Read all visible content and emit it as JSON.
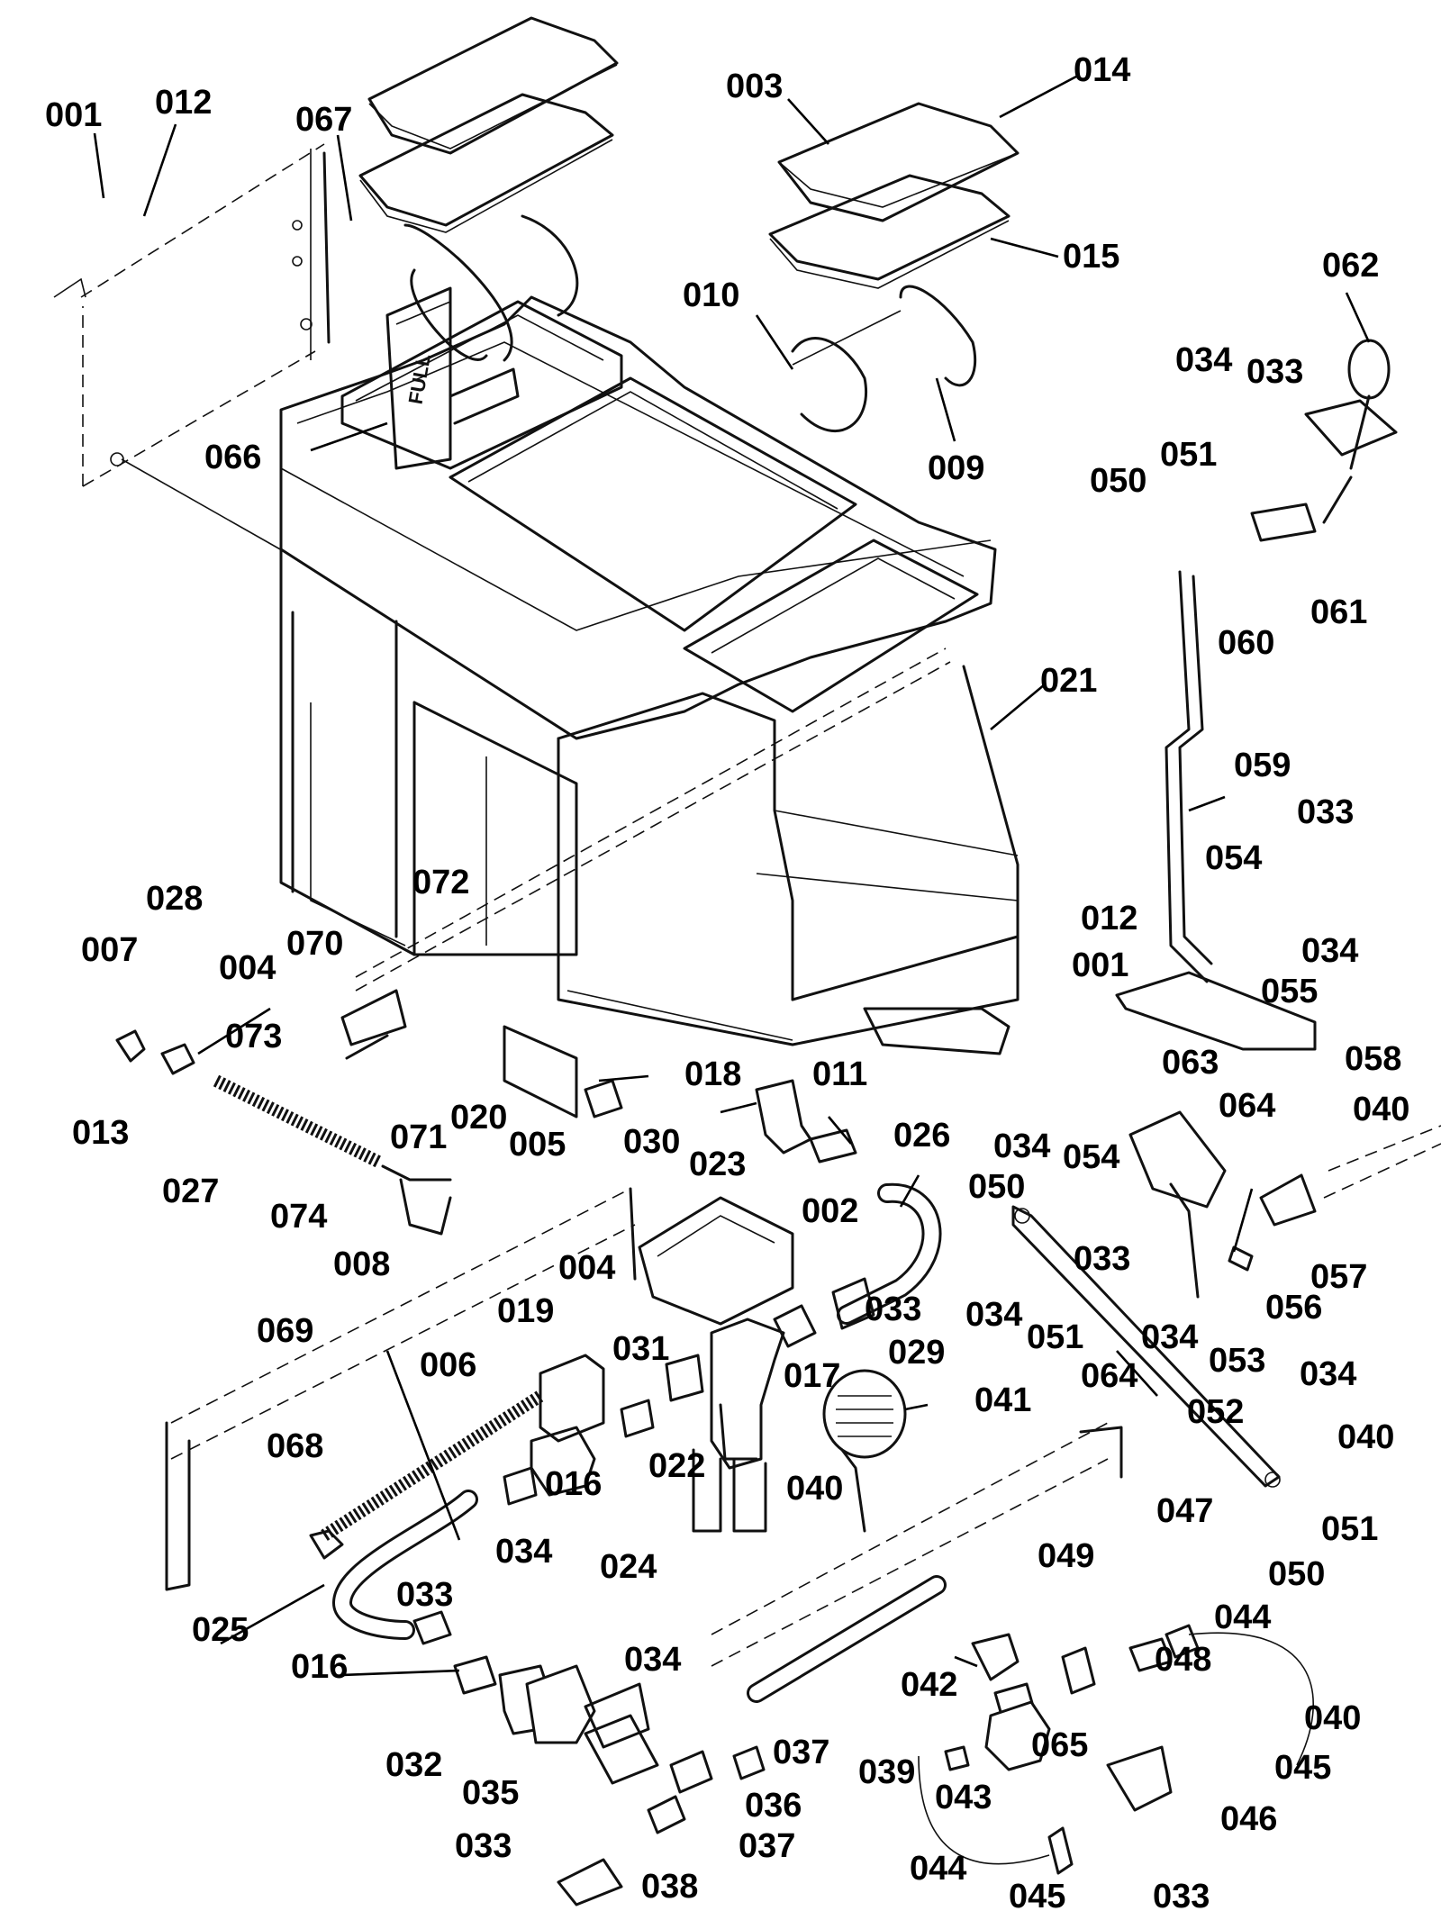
{
  "diagram": {
    "type": "exploded-parts-view",
    "tank_label": "FULL",
    "callouts": [
      {
        "id": "c001a",
        "text": "001"
      },
      {
        "id": "c012a",
        "text": "012"
      },
      {
        "id": "c067",
        "text": "067"
      },
      {
        "id": "c003",
        "text": "003"
      },
      {
        "id": "c014",
        "text": "014"
      },
      {
        "id": "c015",
        "text": "015"
      },
      {
        "id": "c062",
        "text": "062"
      },
      {
        "id": "c010",
        "text": "010"
      },
      {
        "id": "c034a",
        "text": "034"
      },
      {
        "id": "c033a",
        "text": "033"
      },
      {
        "id": "c066",
        "text": "066"
      },
      {
        "id": "c009",
        "text": "009"
      },
      {
        "id": "c051a",
        "text": "051"
      },
      {
        "id": "c050a",
        "text": "050"
      },
      {
        "id": "c061",
        "text": "061"
      },
      {
        "id": "c060",
        "text": "060"
      },
      {
        "id": "c021",
        "text": "021"
      },
      {
        "id": "c059",
        "text": "059"
      },
      {
        "id": "c033b",
        "text": "033"
      },
      {
        "id": "c054a",
        "text": "054"
      },
      {
        "id": "c028",
        "text": "028"
      },
      {
        "id": "c072",
        "text": "072"
      },
      {
        "id": "c007",
        "text": "007"
      },
      {
        "id": "c070",
        "text": "070"
      },
      {
        "id": "c034b",
        "text": "034"
      },
      {
        "id": "c012b",
        "text": "012"
      },
      {
        "id": "c004a",
        "text": "004"
      },
      {
        "id": "c001b",
        "text": "001"
      },
      {
        "id": "c055",
        "text": "055"
      },
      {
        "id": "c073",
        "text": "073"
      },
      {
        "id": "c018",
        "text": "018"
      },
      {
        "id": "c063",
        "text": "063"
      },
      {
        "id": "c058",
        "text": "058"
      },
      {
        "id": "c011",
        "text": "011"
      },
      {
        "id": "c013",
        "text": "013"
      },
      {
        "id": "c071",
        "text": "071"
      },
      {
        "id": "c020",
        "text": "020"
      },
      {
        "id": "c005",
        "text": "005"
      },
      {
        "id": "c030",
        "text": "030"
      },
      {
        "id": "c064a",
        "text": "064"
      },
      {
        "id": "c040a",
        "text": "040"
      },
      {
        "id": "c026",
        "text": "026"
      },
      {
        "id": "c034c",
        "text": "034"
      },
      {
        "id": "c054b",
        "text": "054"
      },
      {
        "id": "c023",
        "text": "023"
      },
      {
        "id": "c027",
        "text": "027"
      },
      {
        "id": "c050b",
        "text": "050"
      },
      {
        "id": "c074",
        "text": "074"
      },
      {
        "id": "c002",
        "text": "002"
      },
      {
        "id": "c033c",
        "text": "033"
      },
      {
        "id": "c008",
        "text": "008"
      },
      {
        "id": "c004b",
        "text": "004"
      },
      {
        "id": "c057",
        "text": "057"
      },
      {
        "id": "c033d",
        "text": "033"
      },
      {
        "id": "c034d",
        "text": "034"
      },
      {
        "id": "c056",
        "text": "056"
      },
      {
        "id": "c019",
        "text": "019"
      },
      {
        "id": "c051b",
        "text": "051"
      },
      {
        "id": "c069",
        "text": "069"
      },
      {
        "id": "c029",
        "text": "029"
      },
      {
        "id": "c034e",
        "text": "034"
      },
      {
        "id": "c053",
        "text": "053"
      },
      {
        "id": "c031",
        "text": "031"
      },
      {
        "id": "c006",
        "text": "006"
      },
      {
        "id": "c017",
        "text": "017"
      },
      {
        "id": "c064b",
        "text": "064"
      },
      {
        "id": "c034f",
        "text": "034"
      },
      {
        "id": "c041",
        "text": "041"
      },
      {
        "id": "c052",
        "text": "052"
      },
      {
        "id": "c040b",
        "text": "040"
      },
      {
        "id": "c022",
        "text": "022"
      },
      {
        "id": "c068",
        "text": "068"
      },
      {
        "id": "c040c",
        "text": "040"
      },
      {
        "id": "c016a",
        "text": "016"
      },
      {
        "id": "c047",
        "text": "047"
      },
      {
        "id": "c051c",
        "text": "051"
      },
      {
        "id": "c024",
        "text": "024"
      },
      {
        "id": "c050c",
        "text": "050"
      },
      {
        "id": "c034g",
        "text": "034"
      },
      {
        "id": "c049",
        "text": "049"
      },
      {
        "id": "c025",
        "text": "025"
      },
      {
        "id": "c033e",
        "text": "033"
      },
      {
        "id": "c044a",
        "text": "044"
      },
      {
        "id": "c048",
        "text": "048"
      },
      {
        "id": "c016b",
        "text": "016"
      },
      {
        "id": "c034h",
        "text": "034"
      },
      {
        "id": "c042",
        "text": "042"
      },
      {
        "id": "c040d",
        "text": "040"
      },
      {
        "id": "c032",
        "text": "032"
      },
      {
        "id": "c065",
        "text": "065"
      },
      {
        "id": "c037a",
        "text": "037"
      },
      {
        "id": "c039",
        "text": "039"
      },
      {
        "id": "c035",
        "text": "035"
      },
      {
        "id": "c043",
        "text": "043"
      },
      {
        "id": "c045a",
        "text": "045"
      },
      {
        "id": "c036",
        "text": "036"
      },
      {
        "id": "c046",
        "text": "046"
      },
      {
        "id": "c033f",
        "text": "033"
      },
      {
        "id": "c037b",
        "text": "037"
      },
      {
        "id": "c044b",
        "text": "044"
      },
      {
        "id": "c038",
        "text": "038"
      },
      {
        "id": "c045b",
        "text": "045"
      },
      {
        "id": "c033g",
        "text": "033"
      }
    ]
  }
}
